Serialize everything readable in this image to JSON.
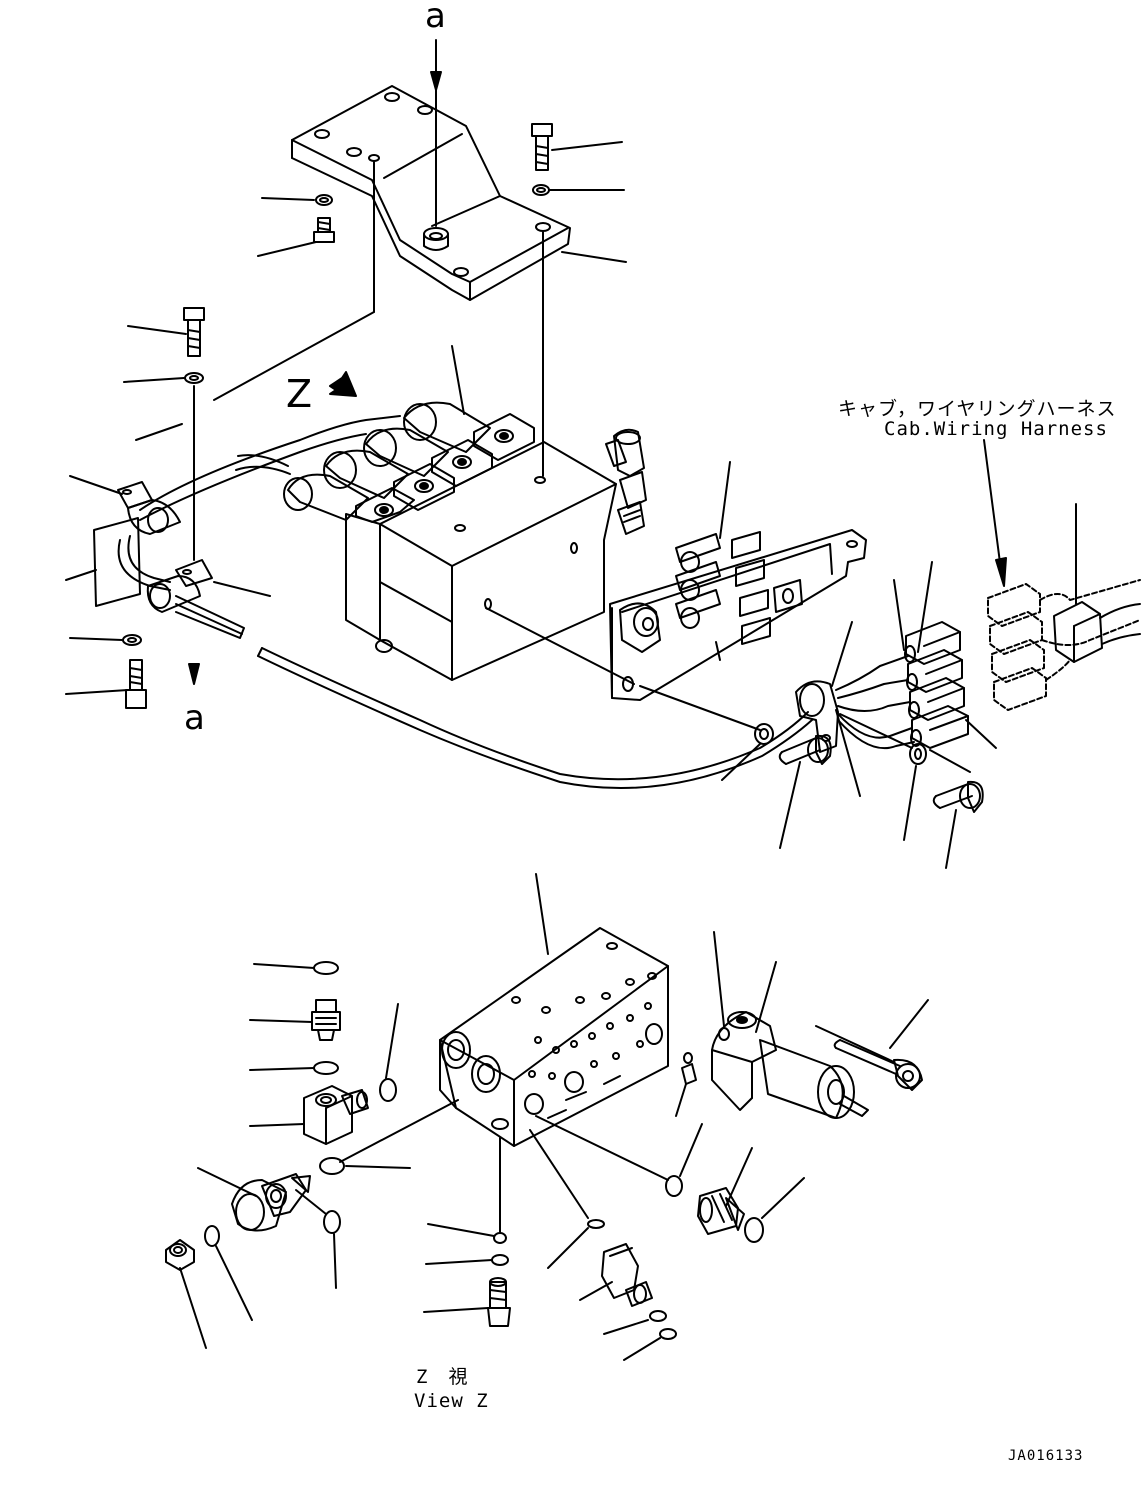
{
  "labels": {
    "view_a_top": "a",
    "view_a_bottom": "a",
    "view_z_marker": "Z",
    "harness_jp": "キャブ，ワイヤリングハーネス",
    "harness_en": "Cab.Wiring Harness",
    "view_z_jp": "Z　視",
    "view_z_en": "View Z",
    "drawing_code": "JA016133"
  },
  "colors": {
    "line": "#000000",
    "background": "#ffffff"
  }
}
